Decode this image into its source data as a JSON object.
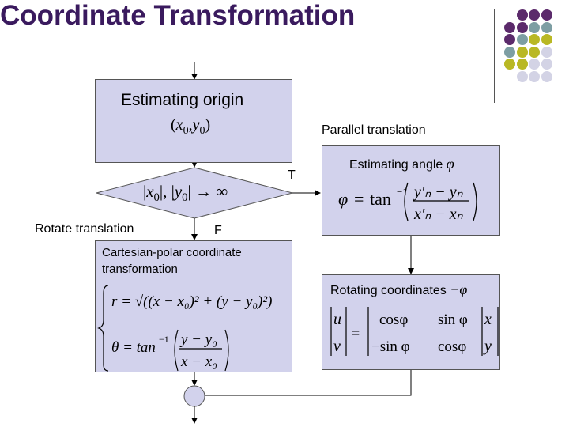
{
  "title": "Coordinate Transformation",
  "estimating_origin": {
    "label": "Estimating origin",
    "x": "x",
    "sub0": "0",
    "comma": ",",
    "y": "y"
  },
  "parallel_translation": "Parallel translation",
  "decision": {
    "left_bar": "|",
    "x": "x",
    "sub0": "0",
    "sep": "|, |",
    "y": "y",
    "right": "| → ∞"
  },
  "branch_true": "T",
  "branch_false": "F",
  "rotate_translation": "Rotate translation",
  "estimating_angle": {
    "label": "Estimating angle",
    "symbol": "φ"
  },
  "angle_formula": {
    "lhs": "φ",
    "eq": "=",
    "tan": "tan",
    "inv": "−1",
    "num": "y′ₙ − yₙ",
    "den": "x′ₙ − xₙ"
  },
  "cartesian_polar": {
    "line1": "Cartesian-polar coordinate",
    "line2": "transformation"
  },
  "polar_formula": {
    "r_line": "r = √((x − x₀)² + (y − y₀)²)",
    "theta_lhs": "θ = tan",
    "inv": "−1",
    "num": "y − y₀",
    "den": "x − x₀"
  },
  "rotating_coordinates": {
    "label": "Rotating coordinates",
    "symbol": "−φ"
  },
  "rotation_matrix": {
    "u": "u",
    "v": "v",
    "eq": "=",
    "m11": "cosφ",
    "m12": "sin φ",
    "m21": "−sin φ",
    "m22": "cosφ",
    "x": "x",
    "y": "y"
  },
  "colors": {
    "title": "#3a1a5e",
    "box_fill": "#d2d2ec",
    "dot_purple": "#5b2a6b",
    "dot_teal": "#7d9ea3",
    "dot_olive": "#b9b824",
    "dot_lavender": "#d3d3e5"
  },
  "decor_icons": [
    "dot-grid-icon"
  ]
}
